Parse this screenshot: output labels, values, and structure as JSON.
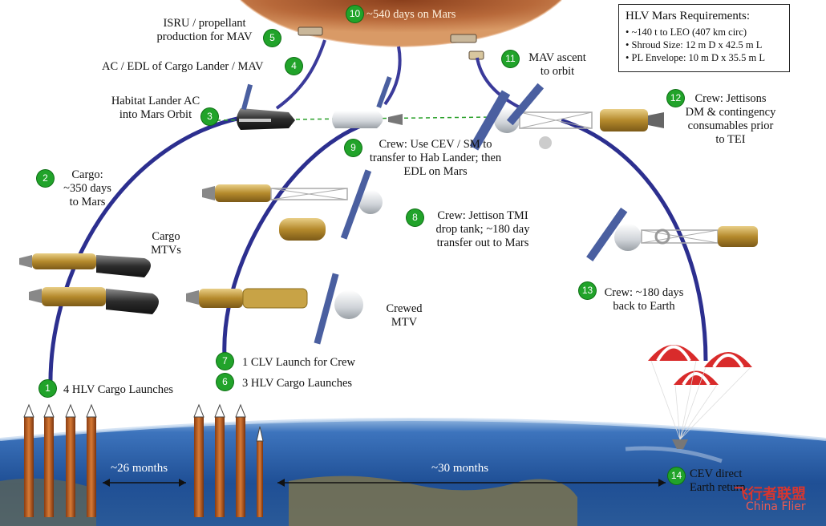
{
  "colors": {
    "trajectory": "#2c2f8f",
    "badge": "#21a32a",
    "dashed": "#2aa02a",
    "earth": "#2c5fa8",
    "mars": "#b56434",
    "tank": "#c59a3a",
    "parachute": "#d92b2b"
  },
  "requirements": {
    "title": "HLV Mars Requirements:",
    "items": [
      "•  ~140 t to LEO (407 km circ)",
      "•  Shroud Size:  12 m D x 42.5 m L",
      "•  PL Envelope: 10 m D x 35.5 m L"
    ]
  },
  "steps": [
    {
      "num": "1",
      "text": "4 HLV Cargo Launches"
    },
    {
      "num": "2",
      "text": "Cargo:\n~350 days\nto Mars"
    },
    {
      "num": "3",
      "text": "Habitat Lander AC\ninto Mars Orbit"
    },
    {
      "num": "4",
      "text": "AC / EDL of Cargo Lander / MAV"
    },
    {
      "num": "5",
      "text": "ISRU / propellant\nproduction for MAV"
    },
    {
      "num": "6",
      "text": "3 HLV Cargo Launches"
    },
    {
      "num": "7",
      "text": "1 CLV Launch for Crew"
    },
    {
      "num": "8",
      "text": "Crew: Jettison TMI\ndrop tank; ~180 day\ntransfer out to Mars"
    },
    {
      "num": "9",
      "text": "Crew: Use CEV / SM to\ntransfer to Hab Lander; then\nEDL on Mars"
    },
    {
      "num": "10",
      "text": "~540 days on Mars"
    },
    {
      "num": "11",
      "text": "MAV ascent\nto orbit"
    },
    {
      "num": "12",
      "text": "Crew: Jettisons\nDM & contingency\nconsumables prior\nto TEI"
    },
    {
      "num": "13",
      "text": "Crew: ~180 days\nback to Earth"
    },
    {
      "num": "14",
      "text": "CEV direct\nEarth return"
    }
  ],
  "labels": {
    "cargo_mtvs": "Cargo\nMTVs",
    "crewed_mtv": "Crewed\nMTV"
  },
  "durations": {
    "first": "~26 months",
    "second": "~30 months"
  },
  "watermark": {
    "cn": "飞行者联盟",
    "en": "China Flier"
  }
}
